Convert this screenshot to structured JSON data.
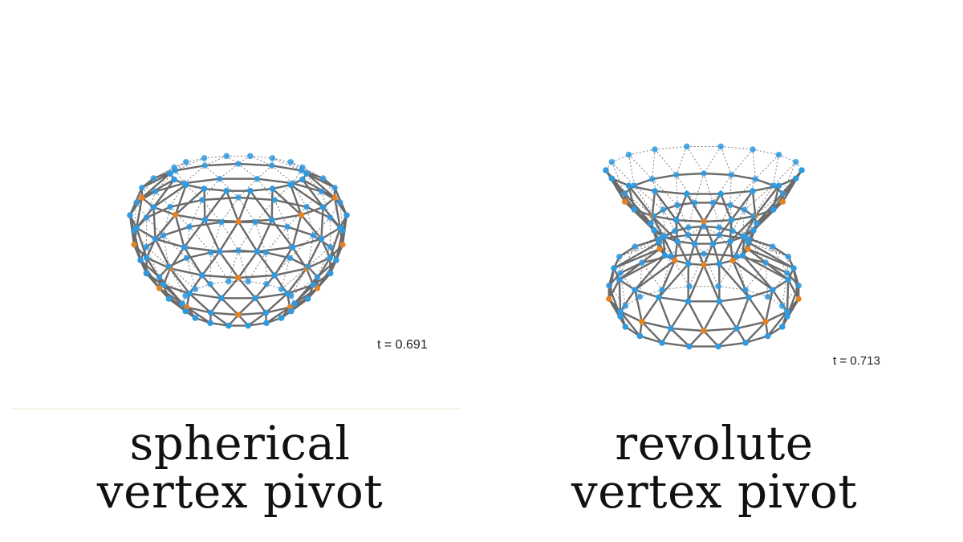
{
  "colors": {
    "background": "#ffffff",
    "rod": "#6a6a6a",
    "hidden_edge": "#7d7d7d",
    "node_blue": "#2f9ae0",
    "node_orange": "#e8821e",
    "divider": "#f3f5e9"
  },
  "panels": [
    {
      "time_label": "t = 0.691",
      "caption_line1": "spherical",
      "caption_line2": "vertex pivot",
      "shape": "torus-like lattice"
    },
    {
      "time_label": "t = 0.713",
      "caption_line1": "revolute",
      "caption_line2": "vertex pivot",
      "shape": "hyperboloid-like lattice"
    }
  ]
}
